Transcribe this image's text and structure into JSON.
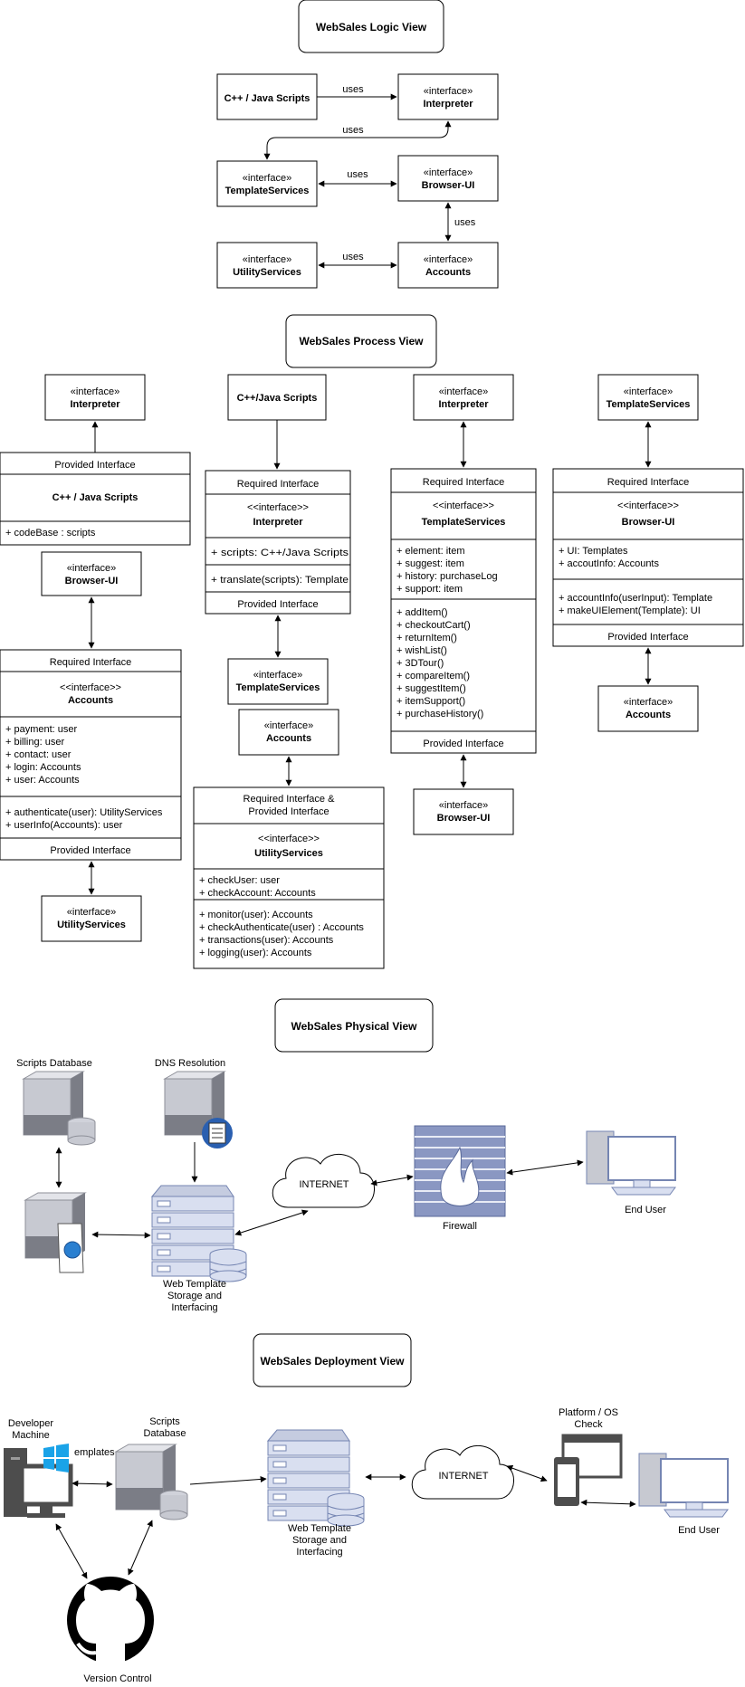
{
  "views": {
    "logic": "WebSales Logic View",
    "process": "WebSales Process View",
    "physical": "WebSales Physical View",
    "deployment": "WebSales Deployment View"
  },
  "logic": {
    "cpp_java": "C++ / Java Scripts",
    "stereotype": "«interface»",
    "interpreter": "Interpreter",
    "template_services": "TemplateServices",
    "browser_ui": "Browser-UI",
    "utility_services": "UtilityServices",
    "accounts": "Accounts",
    "uses": "uses"
  },
  "process": {
    "stereotype": "«interface»",
    "stereotype2": "<<interface>>",
    "interpreter": "Interpreter",
    "cpp_java_spaced": "C++ / Java Scripts",
    "cpp_java": "C++/Java Scripts",
    "browser_ui": "Browser-UI",
    "template_services": "TemplateServices",
    "accounts": "Accounts",
    "utility_services": "UtilityServices",
    "provided_interface": "Provided Interface",
    "required_interface": "Required Interface",
    "required_and_provided_1": "Required Interface &",
    "required_and_provided_2": "Provided Interface",
    "col1_attrs": [
      "+ codeBase : scripts"
    ],
    "accounts_attrs": [
      "+ payment: user",
      "+ billing: user",
      "+ contact: user",
      "+ login: Accounts",
      "+ user: Accounts"
    ],
    "accounts_ops": [
      "+ authenticate(user): UtilityServices",
      "+ userInfo(Accounts): user"
    ],
    "interp_attrs": [
      "+ scripts: C++/Java Scripts"
    ],
    "interp_ops": [
      "+ translate(scripts): Template"
    ],
    "util_attrs": [
      "+ checkUser: user",
      "+ checkAccount: Accounts"
    ],
    "util_ops": [
      "+ monitor(user): Accounts",
      "+ checkAuthenticate(user) : Accounts",
      "+ transactions(user): Accounts",
      "+ logging(user): Accounts"
    ],
    "tmpl_attrs": [
      "+ element: item",
      "+ suggest: item",
      "+ history: purchaseLog",
      "+ support: item"
    ],
    "tmpl_ops": [
      "+ addItem()",
      "+ checkoutCart()",
      "+ returnItem()",
      "+ wishList()",
      "+ 3DTour()",
      "+ compareItem()",
      "+ suggestItem()",
      "+ itemSupport()",
      "+ purchaseHistory()"
    ],
    "bui_attrs": [
      "+ UI: Templates",
      "+ accoutInfo: Accounts"
    ],
    "bui_ops": [
      "+ accountInfo(userInput): Template",
      "+ makeUIElement(Template): UI"
    ]
  },
  "physical": {
    "scripts_db": "Scripts Database",
    "dns": "DNS Resolution",
    "internet": "INTERNET",
    "firewall": "Firewall",
    "end_user": "End User",
    "web_template_1": "Web Template",
    "web_template_2": "Storage and",
    "web_template_3": "Interfacing"
  },
  "deployment": {
    "developer_1": "Developer",
    "developer_2": "Machine",
    "templates_fragment": "emplates",
    "scripts_1": "Scripts",
    "scripts_2": "Database",
    "web_template_1": "Web Template",
    "web_template_2": "Storage and",
    "web_template_3": "Interfacing",
    "internet": "INTERNET",
    "platform_1": "Platform / OS",
    "platform_2": "Check",
    "end_user": "End User",
    "version_control": "Version Control"
  },
  "colors": {
    "server_light": "#c7c9d1",
    "server_dark": "#7b7d86",
    "server_mid": "#a5a7b0",
    "blue_outline": "#7585b2",
    "blue_fill": "#d9dff0",
    "firewall_fill": "#8a97c2",
    "windows_blue": "#1aa3e8",
    "dark_grey": "#4d4d4d"
  }
}
